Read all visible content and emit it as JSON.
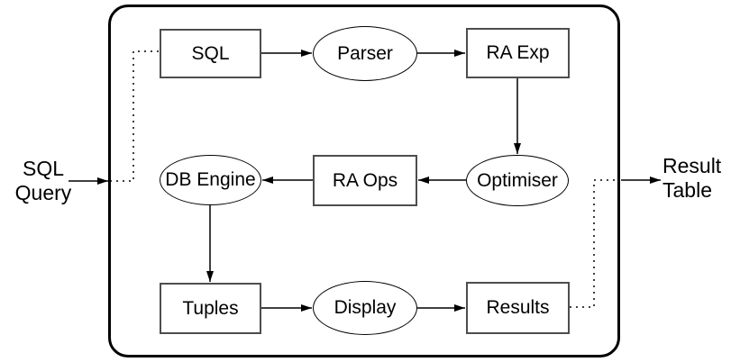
{
  "diagram": {
    "description": "Database SQL query processing pipeline",
    "external": {
      "input_label": "SQL\nQuery",
      "output_label": "Result\nTable"
    },
    "nodes": [
      {
        "id": "sql",
        "label": "SQL",
        "shape": "rect"
      },
      {
        "id": "parser",
        "label": "Parser",
        "shape": "ellipse"
      },
      {
        "id": "ra-exp",
        "label": "RA Exp",
        "shape": "rect"
      },
      {
        "id": "db-engine",
        "label": "DB Engine",
        "shape": "ellipse"
      },
      {
        "id": "ra-ops",
        "label": "RA Ops",
        "shape": "rect"
      },
      {
        "id": "optimiser",
        "label": "Optimiser",
        "shape": "ellipse"
      },
      {
        "id": "tuples",
        "label": "Tuples",
        "shape": "rect"
      },
      {
        "id": "display",
        "label": "Display",
        "shape": "ellipse"
      },
      {
        "id": "results",
        "label": "Results",
        "shape": "rect"
      }
    ],
    "edges": [
      {
        "from": "sql-query-input",
        "to": "boundary",
        "style": "solid-arrow"
      },
      {
        "from": "entry-point",
        "to": "sql",
        "style": "dotted"
      },
      {
        "from": "sql",
        "to": "parser",
        "style": "solid-arrow"
      },
      {
        "from": "parser",
        "to": "ra-exp",
        "style": "solid-arrow"
      },
      {
        "from": "ra-exp",
        "to": "optimiser",
        "style": "solid-arrow"
      },
      {
        "from": "optimiser",
        "to": "ra-ops",
        "style": "solid-arrow"
      },
      {
        "from": "ra-ops",
        "to": "db-engine",
        "style": "solid-arrow"
      },
      {
        "from": "db-engine",
        "to": "tuples",
        "style": "solid-arrow"
      },
      {
        "from": "tuples",
        "to": "display",
        "style": "solid-arrow"
      },
      {
        "from": "display",
        "to": "results",
        "style": "solid-arrow"
      },
      {
        "from": "results",
        "to": "exit-point",
        "style": "dotted"
      },
      {
        "from": "boundary",
        "to": "result-table-output",
        "style": "solid-arrow"
      }
    ],
    "colors": {
      "background": "#ffffff",
      "boundary_stroke": "#000000",
      "rect_border": "#4d4d4d",
      "ellipse_stroke": "#000000",
      "arrow_stroke": "#000000",
      "text": "#000000"
    }
  }
}
